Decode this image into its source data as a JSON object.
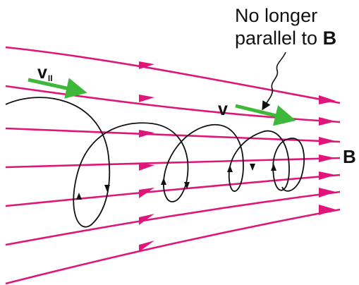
{
  "caption": {
    "line1": "No longer",
    "line2_prefix": "parallel to ",
    "line2_symbol": "B"
  },
  "labels": {
    "v_parallel": "v",
    "v_parallel_subscript": "II",
    "v": "v",
    "field": "B"
  },
  "colors": {
    "field_lines": "#e0157a",
    "velocity_arrows": "#3db83a",
    "trajectory": "#111111",
    "background": "#ffffff"
  },
  "icons": {
    "field_arrowhead": "arrowhead-icon",
    "velocity_arrow": "arrow-right-icon"
  }
}
